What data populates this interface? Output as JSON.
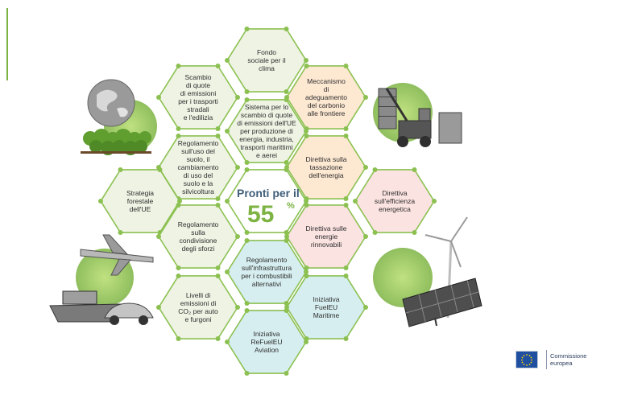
{
  "center": {
    "title": "Pronti per il",
    "number": "55",
    "suffix": "%"
  },
  "hexes": [
    {
      "id": "fondo-sociale",
      "lines": [
        "Fondo",
        "sociale per il",
        "clima"
      ],
      "tone": "green"
    },
    {
      "id": "scambio-trasporti",
      "lines": [
        "Scambio",
        "di quote",
        "di emissioni",
        "per i trasporti",
        "stradali",
        "e l'edilizia"
      ],
      "tone": "green"
    },
    {
      "id": "meccanismo-carbonio",
      "lines": [
        "Meccanismo",
        "di",
        "adeguamento",
        "del carbonio",
        "alle frontiere"
      ],
      "tone": "orange"
    },
    {
      "id": "sistema-scambio",
      "lines": [
        "Sistema per lo",
        "scambio di quote",
        "di emissioni dell'UE",
        "per produzione di",
        "energia, industria,",
        "trasporti marittimi",
        "e aerei"
      ],
      "tone": "green"
    },
    {
      "id": "regolamento-suolo",
      "lines": [
        "Regolamento",
        "sull'uso del",
        "suolo, il",
        "cambiamento",
        "di uso del",
        "suolo e la",
        "silvicoltura"
      ],
      "tone": "green"
    },
    {
      "id": "tassazione-energia",
      "lines": [
        "Direttiva sulla",
        "tassazione",
        "dell'energia"
      ],
      "tone": "orange"
    },
    {
      "id": "strategia-forestale",
      "lines": [
        "Strategia",
        "forestale",
        "dell'UE"
      ],
      "tone": "green"
    },
    {
      "id": "efficienza-energetica",
      "lines": [
        "Direttiva",
        "sull'efficienza",
        "energetica"
      ],
      "tone": "pink"
    },
    {
      "id": "condivisione-sforzi",
      "lines": [
        "Regolamento",
        "sulla",
        "condivisione",
        "degli sforzi"
      ],
      "tone": "green"
    },
    {
      "id": "energie-rinnovabili",
      "lines": [
        "Direttiva sulle",
        "energie",
        "rinnovabili"
      ],
      "tone": "pink"
    },
    {
      "id": "infrastruttura-combustibili",
      "lines": [
        "Regolamento",
        "sull'infrastruttura",
        "per i combustibili",
        "alternativi"
      ],
      "tone": "teal"
    },
    {
      "id": "livelli-emissioni",
      "lines": [
        "Livelli di",
        "emissioni di",
        "CO₂ per auto",
        "e furgoni"
      ],
      "tone": "green"
    },
    {
      "id": "fueleu-maritime",
      "lines": [
        "Iniziativa",
        "FuelEU",
        "Maritime"
      ],
      "tone": "teal"
    },
    {
      "id": "refueleu-aviation",
      "lines": [
        "Iniziativa",
        "ReFuelEU",
        "Aviation"
      ],
      "tone": "teal"
    }
  ],
  "colors": {
    "green": "#eef3e4",
    "orange": "#fde8d2",
    "pink": "#fbe3e1",
    "teal": "#d7eef0",
    "stroke": "#8cc152",
    "accent": "#7cb342"
  },
  "illustrations": [
    "earth-forest-image",
    "container-crane-image",
    "airplane-ship-car-image",
    "wind-solar-image"
  ],
  "logo": {
    "line1": "Commissione",
    "line2": "europea"
  }
}
